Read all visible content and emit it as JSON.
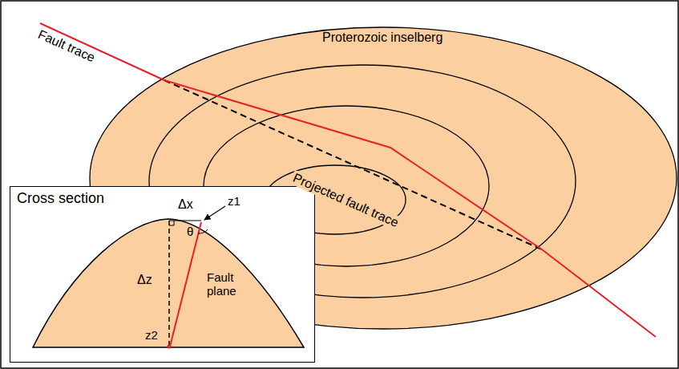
{
  "diagram": {
    "nodes": [
      {
        "text": [
          "Proterozoic inselberg"
        ]
      },
      {
        "text": [
          "Cross section"
        ]
      }
    ],
    "labels": [
      "Fault trace",
      "Projected fault trace",
      "Δx",
      "z1",
      "θ",
      "Δz",
      "Fault plane",
      "z2"
    ]
  }
}
